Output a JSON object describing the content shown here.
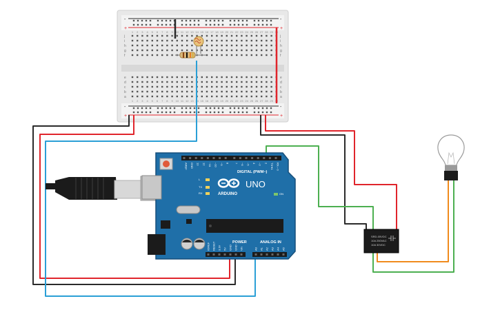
{
  "arduino": {
    "logo_text": "ARDUINO",
    "model": "UNO",
    "digital_header": "DIGITAL (PWM~)",
    "power_header": "POWER",
    "analog_header": "ANALOG IN",
    "led_labels": [
      "L",
      "TX",
      "RX",
      "ON"
    ],
    "top_pins": [
      "AREF",
      "GND",
      "13",
      "12",
      "~11",
      "~10",
      "~9",
      "8",
      "7",
      "~6",
      "~5",
      "4",
      "~3",
      "2",
      "TX➜1",
      "RX←0"
    ],
    "power_pins": [
      "IOREF",
      "RESET",
      "3.3V",
      "5V",
      "GND",
      "GND",
      "Vin"
    ],
    "analog_pins": [
      "A0",
      "A1",
      "A2",
      "A3",
      "A4",
      "A5"
    ]
  },
  "breadboard": {
    "row_letters_top": [
      "j",
      "i",
      "h",
      "g",
      "f"
    ],
    "row_letters_bottom": [
      "e",
      "d",
      "c",
      "b",
      "a"
    ],
    "column_numbers": [
      "1",
      "2",
      "3",
      "4",
      "5",
      "6",
      "7",
      "8",
      "9",
      "10",
      "11",
      "12",
      "13",
      "14",
      "15",
      "16",
      "17",
      "18",
      "19",
      "20",
      "21",
      "22",
      "23",
      "24",
      "25",
      "26",
      "27",
      "28",
      "29",
      "30"
    ],
    "rail_plus": "+",
    "rail_minus": "-"
  },
  "relay": {
    "label_lines": [
      "SRD-05VDC",
      "10A 250VAC",
      "10A 30VDC"
    ]
  },
  "colors": {
    "board": "#1f6fa8",
    "wire_red": "#e0242b",
    "wire_black": "#2a2a2a",
    "wire_blue": "#2a9fd6",
    "wire_green": "#4caf50",
    "wire_orange": "#f08a1c"
  },
  "icons": [
    "usb-cable-icon",
    "photoresistor-icon",
    "resistor-icon",
    "relay-icon",
    "light-bulb-icon",
    "arduino-logo-icon"
  ]
}
